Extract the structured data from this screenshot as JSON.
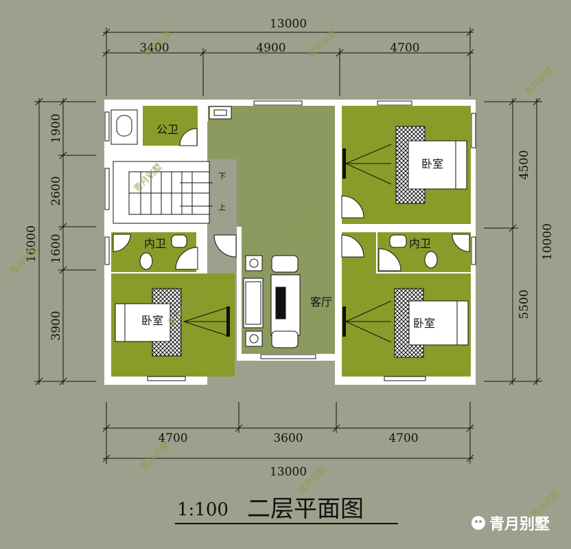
{
  "dimensions": {
    "top_total": "13000",
    "top_segments": [
      "3400",
      "4900",
      "4700"
    ],
    "bottom_segments": [
      "4700",
      "3600",
      "4700"
    ],
    "bottom_total": "13000",
    "left_total": "16000",
    "left_segments": [
      "1900",
      "2600",
      "1600",
      "3900"
    ],
    "right_total": "10000",
    "right_segments": [
      "4500",
      "5500"
    ]
  },
  "rooms": {
    "public_bath": "公卫",
    "inner_bath_left": "内卫",
    "inner_bath_right": "内卫",
    "bedroom_top_right": "卧室",
    "bedroom_left": "卧室",
    "bedroom_bottom_right": "卧室",
    "living_room": "客厅"
  },
  "stairs": {
    "down": "下",
    "up": "上"
  },
  "title": {
    "scale": "1:100",
    "name": "二层平面图"
  },
  "watermark": "青月别墅",
  "brand": "青月别墅",
  "colors": {
    "background": "#9ea08d",
    "room_fill": "#8a9b2a",
    "living_fill": "#8c9a60",
    "wall": "#ffffff",
    "line": "#111111"
  }
}
